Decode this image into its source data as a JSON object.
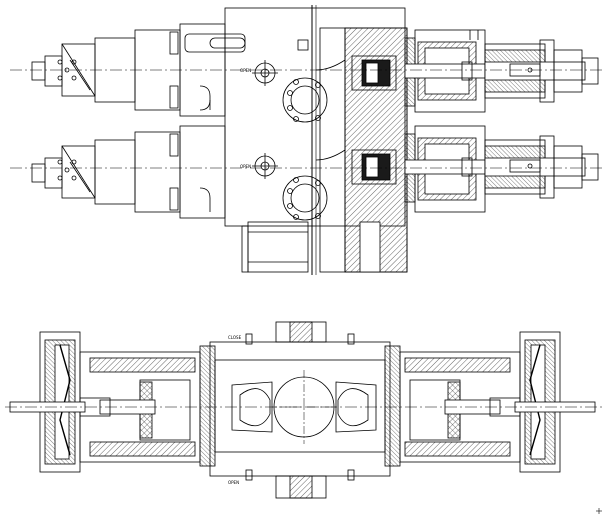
{
  "views": {
    "top": {
      "labels": {
        "upper": "OPEN",
        "lower": "OPEN"
      }
    },
    "bottom": {
      "labels": {
        "top": "CLOSE",
        "bottom": "OPEN"
      }
    }
  },
  "colors": {
    "line": "#000000",
    "background": "#ffffff",
    "hatch": "#000000",
    "solid_fill": "#1a1a1a",
    "ram_fill": "#555555"
  },
  "icons": {
    "corner_mark": "cross-mark"
  }
}
